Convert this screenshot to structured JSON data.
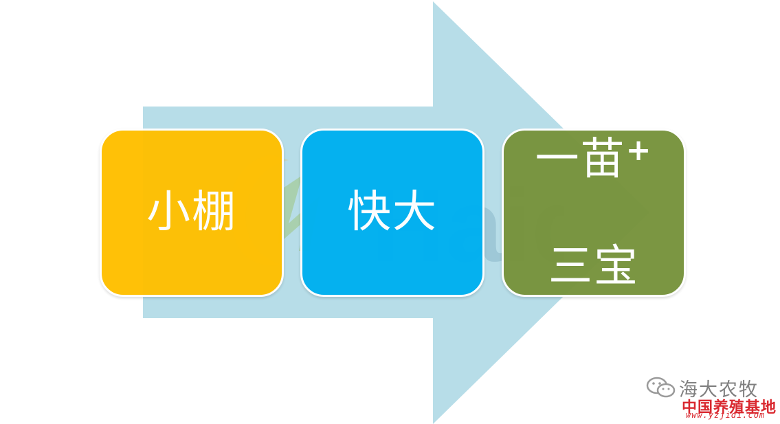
{
  "diagram": {
    "steps": [
      {
        "label": "小棚"
      },
      {
        "label": "快大"
      },
      {
        "label_line1": "一苗",
        "label_plus": "+",
        "label_line2": "三宝"
      }
    ]
  },
  "watermark": {
    "logo_text": "Haid"
  },
  "brand": {
    "name": "海大农牧",
    "cn_text": "中国养殖基地",
    "url": "www.yzjidi.com"
  },
  "colors": {
    "arrow": "#b7dde8",
    "step1": "#ffc000",
    "step2": "#00b0f0",
    "step3": "#77933c"
  }
}
